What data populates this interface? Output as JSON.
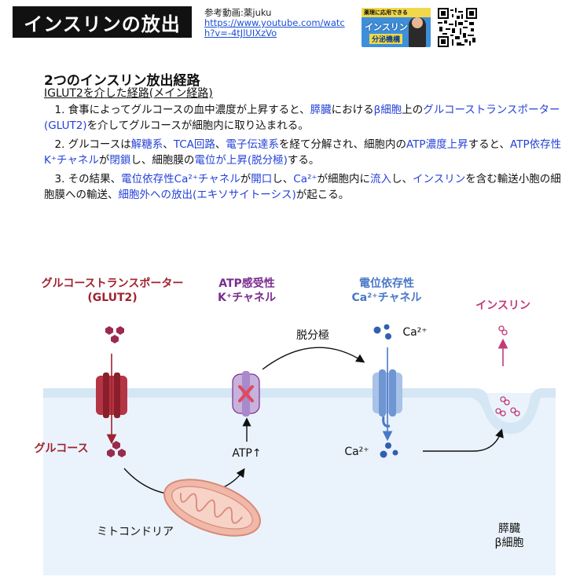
{
  "header": {
    "title": "インスリンの放出",
    "ref_label": "参考動画:薬juku",
    "ref_url": "https://www.youtube.com/watch?v=-4tJlUIXzVo",
    "thumbnail": {
      "band_text": "薬理に応用できる",
      "title_text": "インスリン",
      "subtitle_text": "分泌機構"
    },
    "qr_icon": "qr-code-icon"
  },
  "content": {
    "heading": "2つのインスリン放出経路",
    "subheading": "ⅠGLUT2を介した経路(メイン経路)",
    "paragraphs": [
      [
        {
          "t": "　1. 食事によってグルコースの血中濃度が上昇すると、",
          "h": false
        },
        {
          "t": "膵臓",
          "h": true
        },
        {
          "t": "における",
          "h": false
        },
        {
          "t": "β細胞",
          "h": true
        },
        {
          "t": "上の",
          "h": false
        },
        {
          "t": "グルコーストランスポーター(GLUT2)",
          "h": true
        },
        {
          "t": "を介してグルコースが細胞内に取り込まれる。",
          "h": false
        }
      ],
      [
        {
          "t": "　2. グルコースは",
          "h": false
        },
        {
          "t": "解糖系",
          "h": true
        },
        {
          "t": "、",
          "h": false
        },
        {
          "t": "TCA回路",
          "h": true
        },
        {
          "t": "、",
          "h": false
        },
        {
          "t": "電子伝達系",
          "h": true
        },
        {
          "t": "を経て分解され、細胞内の",
          "h": false
        },
        {
          "t": "ATP濃度上昇",
          "h": true
        },
        {
          "t": "すると、",
          "h": false
        },
        {
          "t": "ATP依存性K⁺チャネル",
          "h": true
        },
        {
          "t": "が",
          "h": false
        },
        {
          "t": "閉鎖",
          "h": true
        },
        {
          "t": "し、細胞膜の",
          "h": false
        },
        {
          "t": "電位が上昇(脱分極)",
          "h": true
        },
        {
          "t": "する。",
          "h": false
        }
      ],
      [
        {
          "t": "　3. その結果、",
          "h": false
        },
        {
          "t": "電位依存性Ca²⁺チャネル",
          "h": true
        },
        {
          "t": "が",
          "h": false
        },
        {
          "t": "開口",
          "h": true
        },
        {
          "t": "し、",
          "h": false
        },
        {
          "t": "Ca²⁺",
          "h": true
        },
        {
          "t": "が細胞内に",
          "h": false
        },
        {
          "t": "流入",
          "h": true
        },
        {
          "t": "し、",
          "h": false
        },
        {
          "t": "インスリン",
          "h": true
        },
        {
          "t": "を含む輸送小胞の細胞膜への輸送、",
          "h": false
        },
        {
          "t": "細胞外への放出(エキソサイトーシス)",
          "h": true
        },
        {
          "t": "が起こる。",
          "h": false
        }
      ]
    ]
  },
  "diagram": {
    "labels": {
      "glut2_line1": "グルコーストランスポーター",
      "glut2_line2": "(GLUT2)",
      "katp_line1": "ATP感受性",
      "katp_line2": "K⁺チャネル",
      "vdcc_line1": "電位依存性",
      "vdcc_line2": "Ca²⁺チャネル",
      "insulin": "インスリン",
      "depolarization": "脱分極",
      "ca_out": "Ca²⁺",
      "ca_in": "Ca²⁺",
      "glucose": "グルコース",
      "atp": "ATP↑",
      "mitochondria": "ミトコンドリア",
      "cell_line1": "膵臓",
      "cell_line2": "β細胞"
    },
    "colors": {
      "glut2": "#a0232e",
      "katp": "#7a2d8e",
      "vdcc": "#4a78c8",
      "insulin": "#c23a7a",
      "membrane": "#d5e6f4",
      "cytoplasm": "#eaf3fb",
      "mito": "#f0b8a8",
      "glucose_dot": "#9a2a4e",
      "ca_dot": "#2f5fb0",
      "highlight_text": "#2442d8"
    }
  }
}
